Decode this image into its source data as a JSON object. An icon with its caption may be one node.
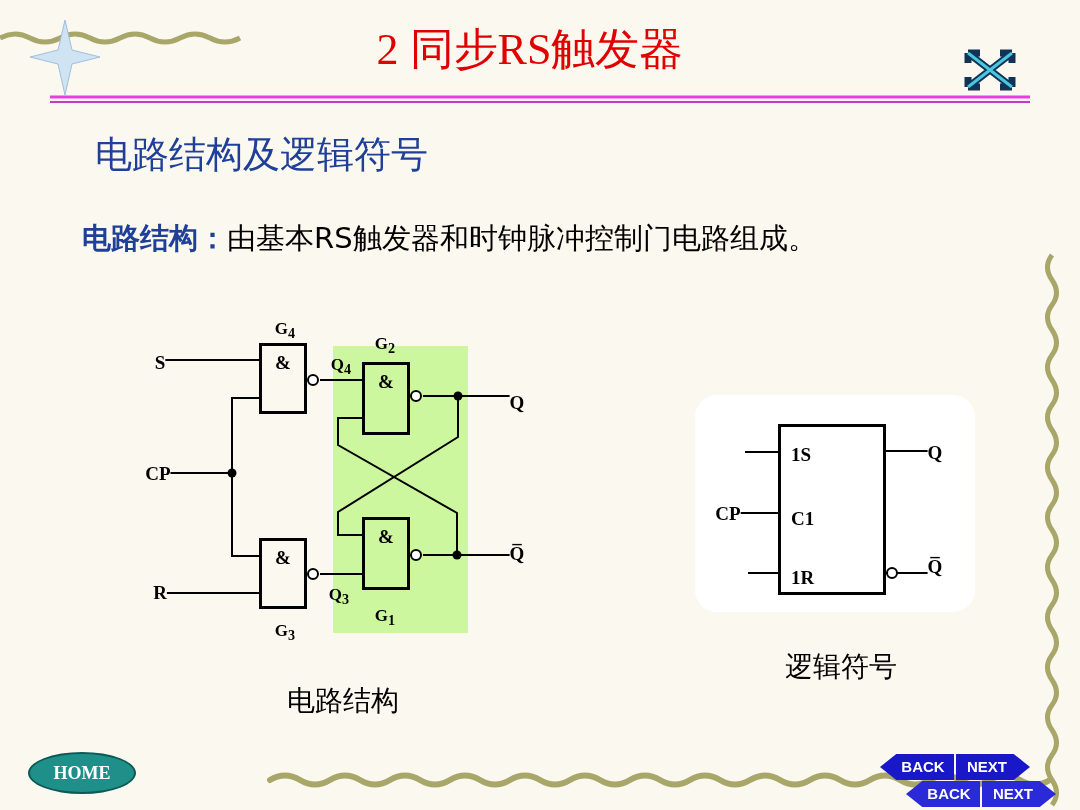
{
  "diagram": {
    "title": "2 同步RS触发器",
    "nodes": [
      {
        "text": [
          "&"
        ],
        "beside": [
          "G$_{4}$"
        ]
      },
      {
        "text": [],
        "shape": "box"
      },
      {
        "text": [
          "&"
        ],
        "in": 1,
        "beside": [
          "G$_{2}$"
        ]
      },
      {
        "text": [
          "&"
        ],
        "in": 1,
        "beside": [
          "G$_{1}$"
        ]
      },
      {
        "text": [
          "&"
        ],
        "beside": [
          "G$_{3}$"
        ]
      },
      {
        "text": [
          "S"
        ]
      },
      {
        "text": [
          "CP"
        ]
      },
      {
        "text": [
          "R"
        ]
      },
      {
        "text": [
          "Q"
        ]
      },
      {
        "text": [
          "Q̅"
        ]
      },
      {
        "text": [],
        "shape": "box"
      },
      {
        "text": [
          "1S",
          "C1",
          "1R"
        ],
        "in": 10
      },
      {
        "text": [
          "CP"
        ],
        "in": 10
      },
      {
        "text": [
          "Q"
        ],
        "in": 10
      },
      {
        "text": [
          "Q̅"
        ],
        "in": 10
      }
    ],
    "edges": [
      {
        "from": 5,
        "to": 0,
        "arrow": "none"
      },
      {
        "from": 6,
        "to": 0,
        "arrow": "none"
      },
      {
        "from": 6,
        "to": 4,
        "arrow": "none"
      },
      {
        "from": 7,
        "to": 4,
        "arrow": "none"
      },
      {
        "from": 0,
        "to": 2,
        "arrow": "none",
        "label": "Q$_{4}$"
      },
      {
        "from": 4,
        "to": 3,
        "arrow": "none",
        "label": "Q$_{3}$"
      },
      {
        "from": 2,
        "to": 8,
        "arrow": "none"
      },
      {
        "from": 3,
        "to": 9,
        "arrow": "none"
      },
      {
        "from": 2,
        "to": 3,
        "arrow": "none"
      },
      {
        "from": 3,
        "to": 2,
        "arrow": "none"
      },
      {
        "from": null,
        "to": 11,
        "arrow": "none"
      },
      {
        "from": 12,
        "to": 11,
        "arrow": "none"
      },
      {
        "from": null,
        "to": 11,
        "arrow": "none"
      },
      {
        "from": 11,
        "to": 13,
        "arrow": "none"
      },
      {
        "from": 11,
        "to": 14,
        "arrow": "other"
      }
    ],
    "labels": [
      "电路结构及逻辑符号",
      "电路结构：",
      "由基本RS触发器和时钟脉冲控制门电路组成。",
      "电路结构",
      "逻辑符号",
      "HOME",
      "BACK",
      "NEXT",
      "BACK",
      "NEXT"
    ]
  }
}
